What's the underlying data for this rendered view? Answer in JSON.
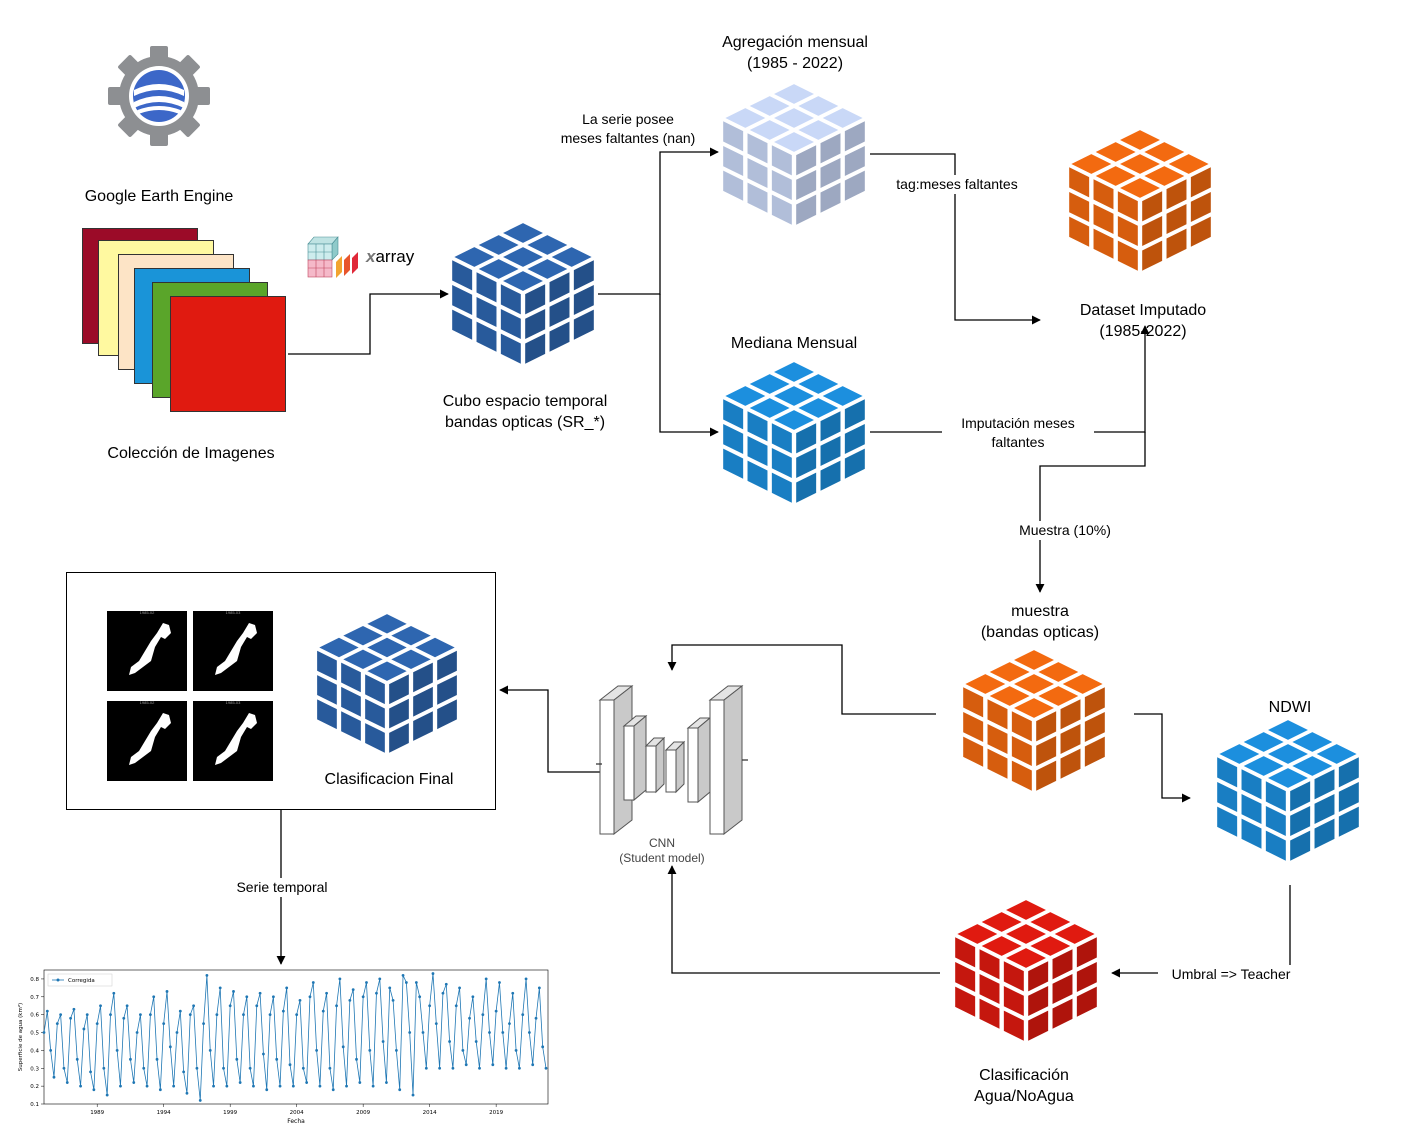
{
  "gee": {
    "logo": "google-earth-engine-gear-globe-icon",
    "label": "Google Earth Engine"
  },
  "collection": {
    "label": "Colección de Imagenes",
    "layer_colors": [
      "#9b0b28",
      "#fff9a0",
      "#fde4c6",
      "#1a94d8",
      "#5aa52a",
      "#e01a10"
    ]
  },
  "xarray": {
    "label": "array",
    "x_letter": "x"
  },
  "cube_st": {
    "label_line1": "Cubo espacio temporal",
    "label_line2": "bandas opticas (SR_*)",
    "color": "#2e66b0"
  },
  "agg": {
    "title_line1": "Agregación mensual",
    "title_line2": "(1985 - 2022)",
    "color": "#c9d8f7"
  },
  "median": {
    "title": "Mediana Mensual",
    "color": "#1c8fde"
  },
  "imputed": {
    "label_line1": "Dataset Imputado",
    "label_line2": "(1985-2022)",
    "color": "#f36a10"
  },
  "edges": {
    "missing_line1": "La serie posee",
    "missing_line2": "meses faltantes (nan)",
    "tag": "tag:meses faltantes",
    "impute_line1": "Imputación meses",
    "impute_line2": "faltantes",
    "sample": "Muestra (10%)",
    "threshold": "Umbral => Teacher",
    "series": "Serie temporal"
  },
  "sample": {
    "title_line1": "muestra",
    "title_line2": "(bandas opticas)",
    "color": "#f36a10"
  },
  "ndwi": {
    "title": "NDWI",
    "color": "#1c8fde"
  },
  "classif": {
    "label_line1": "Clasificación",
    "label_line2": "Agua/NoAgua",
    "color": "#e01a10"
  },
  "cnn": {
    "label_line1": "CNN",
    "label_line2": "(Student model)"
  },
  "final": {
    "label": "Clasificacion Final",
    "thumb_titles": [
      "1985-02",
      "1985-03",
      "1985-02",
      "1985-03"
    ],
    "color": "#2e66b0"
  },
  "chart_data": {
    "type": "line",
    "legend": [
      "Corregida"
    ],
    "ylabel": "Superficie de agua (km²)",
    "xlabel": "Fecha",
    "x_ticks": [
      "1989",
      "1994",
      "1999",
      "2004",
      "2009",
      "2014",
      "2019"
    ],
    "y_ticks": [
      "0.1",
      "0.2",
      "0.3",
      "0.4",
      "0.5",
      "0.6",
      "0.7",
      "0.8"
    ],
    "xlim": [
      1985.0,
      2022.9
    ],
    "ylim": [
      0.1,
      0.85
    ],
    "series": [
      {
        "name": "Corregida",
        "color": "#1f77b4",
        "x_start": 1985.0,
        "x_step": 0.25,
        "values": [
          0.5,
          0.62,
          0.4,
          0.25,
          0.55,
          0.6,
          0.3,
          0.22,
          0.58,
          0.63,
          0.35,
          0.2,
          0.52,
          0.6,
          0.28,
          0.18,
          0.55,
          0.65,
          0.3,
          0.15,
          0.6,
          0.72,
          0.4,
          0.2,
          0.58,
          0.65,
          0.35,
          0.22,
          0.5,
          0.6,
          0.3,
          0.2,
          0.6,
          0.7,
          0.35,
          0.18,
          0.55,
          0.73,
          0.42,
          0.2,
          0.5,
          0.62,
          0.28,
          0.16,
          0.6,
          0.65,
          0.3,
          0.12,
          0.55,
          0.82,
          0.4,
          0.2,
          0.6,
          0.75,
          0.3,
          0.2,
          0.65,
          0.73,
          0.35,
          0.22,
          0.6,
          0.7,
          0.3,
          0.2,
          0.65,
          0.72,
          0.38,
          0.18,
          0.6,
          0.7,
          0.35,
          0.2,
          0.62,
          0.75,
          0.32,
          0.2,
          0.6,
          0.68,
          0.3,
          0.22,
          0.7,
          0.78,
          0.4,
          0.2,
          0.62,
          0.72,
          0.3,
          0.18,
          0.65,
          0.8,
          0.42,
          0.2,
          0.68,
          0.74,
          0.35,
          0.22,
          0.7,
          0.78,
          0.4,
          0.2,
          0.72,
          0.8,
          0.45,
          0.22,
          0.75,
          0.68,
          0.4,
          0.18,
          0.82,
          0.78,
          0.5,
          0.15,
          0.78,
          0.7,
          0.5,
          0.3,
          0.65,
          0.83,
          0.55,
          0.3,
          0.72,
          0.77,
          0.45,
          0.3,
          0.65,
          0.75,
          0.4,
          0.32,
          0.58,
          0.7,
          0.45,
          0.3,
          0.6,
          0.8,
          0.5,
          0.32,
          0.62,
          0.78,
          0.5,
          0.3,
          0.55,
          0.72,
          0.4,
          0.3,
          0.6,
          0.8,
          0.5,
          0.32,
          0.58,
          0.75,
          0.42,
          0.3
        ]
      }
    ]
  }
}
